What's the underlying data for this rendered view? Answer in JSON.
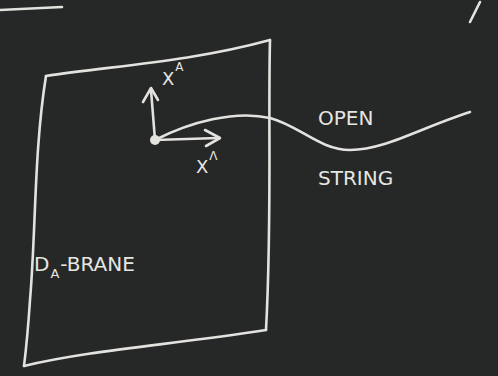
{
  "diagram": {
    "labels": [
      "X",
      "A",
      "X",
      "Λ",
      "OPEN STRING",
      "D",
      "A",
      "-BRANE"
    ]
  }
}
